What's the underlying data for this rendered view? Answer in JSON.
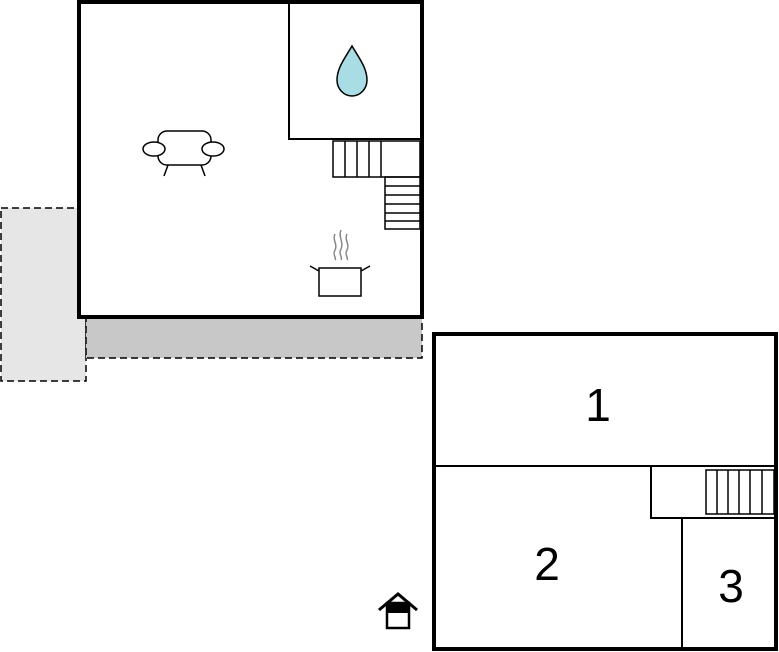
{
  "floorplan": {
    "rooms": [
      {
        "label": "1"
      },
      {
        "label": "2"
      },
      {
        "label": "3"
      }
    ],
    "icons": [
      "bathroom-water-drop-icon",
      "living-room-sofa-icon",
      "kitchen-cooking-pot-icon",
      "entrance-house-icon",
      "staircase-icon"
    ],
    "colors": {
      "wall": "#000000",
      "terrace": "#c8c8c8",
      "outdoor_area": "#e6e6e6",
      "water": "#a9dde6",
      "background": "#ffffff"
    }
  }
}
